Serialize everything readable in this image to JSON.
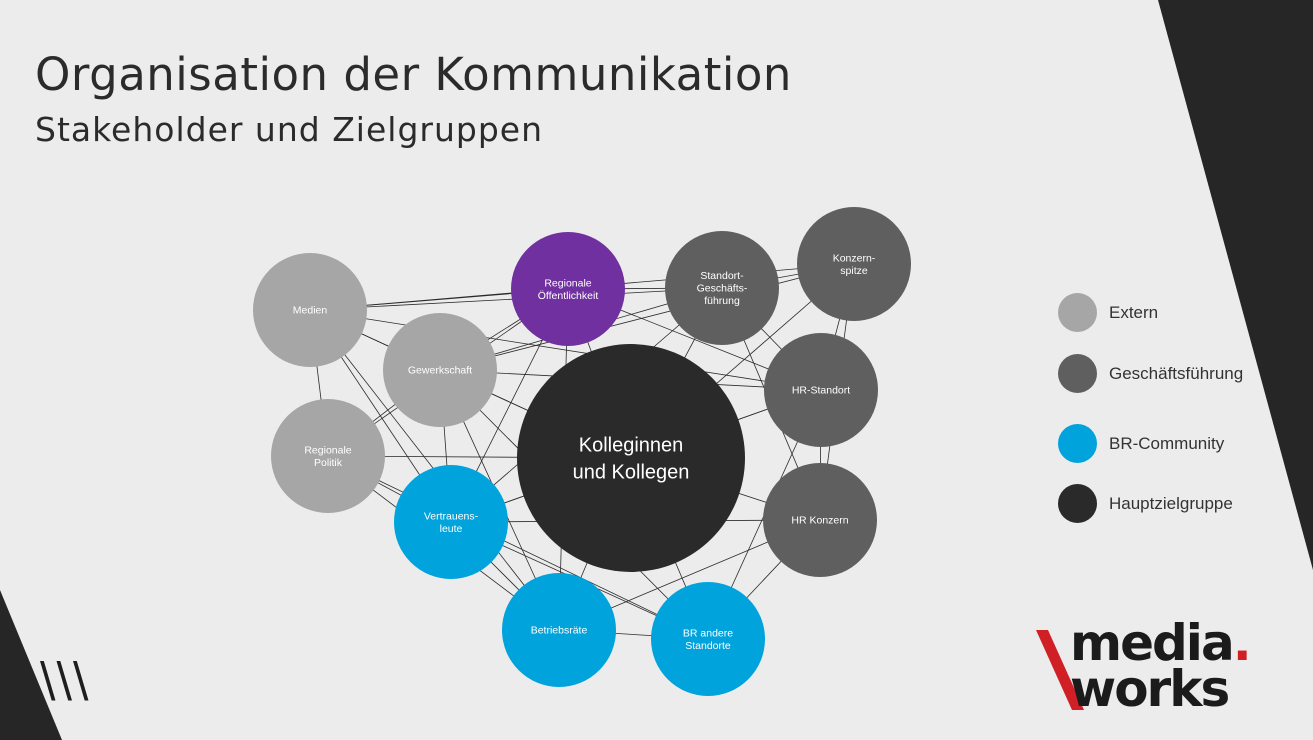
{
  "header": {
    "title": "Organisation der Kommunikation",
    "subtitle": "Stakeholder und Zielgruppen"
  },
  "colors": {
    "extern": "#a6a6a6",
    "geschaeftsfuehrung": "#5f5f5f",
    "br_community": "#00a3dc",
    "hauptzielgruppe": "#2a2a2a",
    "regionale_oeffentlichkeit": "#7030a0",
    "accent_red": "#d11f26",
    "background": "#ececec",
    "dark_shape": "#262626"
  },
  "nodes": [
    {
      "id": "medien",
      "label": [
        "Medien"
      ],
      "group": "extern"
    },
    {
      "id": "gewerkschaft",
      "label": [
        "Gewerkschaft"
      ],
      "group": "extern"
    },
    {
      "id": "regionale_politik",
      "label": [
        "Regionale",
        "Politik"
      ],
      "group": "extern"
    },
    {
      "id": "regionale_oeffentlichkeit",
      "label": [
        "Regionale",
        "Öffentlichkeit"
      ],
      "group": "regionale_oeffentlichkeit"
    },
    {
      "id": "standort_gf",
      "label": [
        "Standort-",
        "Geschäfts-",
        "führung"
      ],
      "group": "geschaeftsfuehrung"
    },
    {
      "id": "konzernspitze",
      "label": [
        "Konzern-",
        "spitze"
      ],
      "group": "geschaeftsfuehrung"
    },
    {
      "id": "hr_standort",
      "label": [
        "HR-Standort"
      ],
      "group": "geschaeftsfuehrung"
    },
    {
      "id": "hr_konzern",
      "label": [
        "HR Konzern"
      ],
      "group": "geschaeftsfuehrung"
    },
    {
      "id": "vertrauensleute",
      "label": [
        "Vertrauens-",
        "leute"
      ],
      "group": "br_community"
    },
    {
      "id": "betriebsraete",
      "label": [
        "Betriebsräte"
      ],
      "group": "br_community"
    },
    {
      "id": "br_andere",
      "label": [
        "BR andere",
        "Standorte"
      ],
      "group": "br_community"
    },
    {
      "id": "kolleginnen",
      "label": [
        "Kolleginnen",
        "und Kollegen"
      ],
      "group": "hauptzielgruppe"
    }
  ],
  "edges": [
    [
      "medien",
      "regionale_oeffentlichkeit"
    ],
    [
      "medien",
      "standort_gf"
    ],
    [
      "medien",
      "konzernspitze"
    ],
    [
      "medien",
      "kolleginnen"
    ],
    [
      "medien",
      "vertrauensleute"
    ],
    [
      "medien",
      "betriebsraete"
    ],
    [
      "medien",
      "regionale_politik"
    ],
    [
      "medien",
      "hr_standort"
    ],
    [
      "medien",
      "gewerkschaft"
    ],
    [
      "gewerkschaft",
      "regionale_oeffentlichkeit"
    ],
    [
      "gewerkschaft",
      "standort_gf"
    ],
    [
      "gewerkschaft",
      "kolleginnen"
    ],
    [
      "gewerkschaft",
      "vertrauensleute"
    ],
    [
      "gewerkschaft",
      "betriebsraete"
    ],
    [
      "gewerkschaft",
      "regionale_politik"
    ],
    [
      "gewerkschaft",
      "br_andere"
    ],
    [
      "gewerkschaft",
      "hr_standort"
    ],
    [
      "regionale_politik",
      "kolleginnen"
    ],
    [
      "regionale_politik",
      "vertrauensleute"
    ],
    [
      "regionale_politik",
      "betriebsraete"
    ],
    [
      "regionale_politik",
      "regionale_oeffentlichkeit"
    ],
    [
      "regionale_oeffentlichkeit",
      "standort_gf"
    ],
    [
      "regionale_oeffentlichkeit",
      "kolleginnen"
    ],
    [
      "regionale_oeffentlichkeit",
      "hr_standort"
    ],
    [
      "regionale_oeffentlichkeit",
      "vertrauensleute"
    ],
    [
      "regionale_oeffentlichkeit",
      "betriebsraete"
    ],
    [
      "standort_gf",
      "konzernspitze"
    ],
    [
      "standort_gf",
      "kolleginnen"
    ],
    [
      "standort_gf",
      "hr_standort"
    ],
    [
      "standort_gf",
      "hr_konzern"
    ],
    [
      "standort_gf",
      "vertrauensleute"
    ],
    [
      "konzernspitze",
      "kolleginnen"
    ],
    [
      "konzernspitze",
      "hr_konzern"
    ],
    [
      "konzernspitze",
      "hr_standort"
    ],
    [
      "konzernspitze",
      "gewerkschaft"
    ],
    [
      "hr_standort",
      "kolleginnen"
    ],
    [
      "hr_standort",
      "hr_konzern"
    ],
    [
      "hr_standort",
      "vertrauensleute"
    ],
    [
      "hr_standort",
      "br_andere"
    ],
    [
      "hr_konzern",
      "kolleginnen"
    ],
    [
      "hr_konzern",
      "betriebsraete"
    ],
    [
      "hr_konzern",
      "br_andere"
    ],
    [
      "hr_konzern",
      "vertrauensleute"
    ],
    [
      "vertrauensleute",
      "kolleginnen"
    ],
    [
      "vertrauensleute",
      "betriebsraete"
    ],
    [
      "vertrauensleute",
      "br_andere"
    ],
    [
      "betriebsraete",
      "kolleginnen"
    ],
    [
      "betriebsraete",
      "br_andere"
    ],
    [
      "br_andere",
      "kolleginnen"
    ],
    [
      "br_andere",
      "regionale_politik"
    ]
  ],
  "legend": [
    {
      "label": "Extern",
      "group": "extern"
    },
    {
      "label": "Geschäftsführung",
      "group": "geschaeftsfuehrung"
    },
    {
      "label": "BR-Community",
      "group": "br_community"
    },
    {
      "label": "Hauptzielgruppe",
      "group": "hauptzielgruppe"
    }
  ],
  "footer": {
    "slashes": "\\\\\\",
    "logo_top": "media",
    "logo_dot": ".",
    "logo_bottom": "works"
  }
}
